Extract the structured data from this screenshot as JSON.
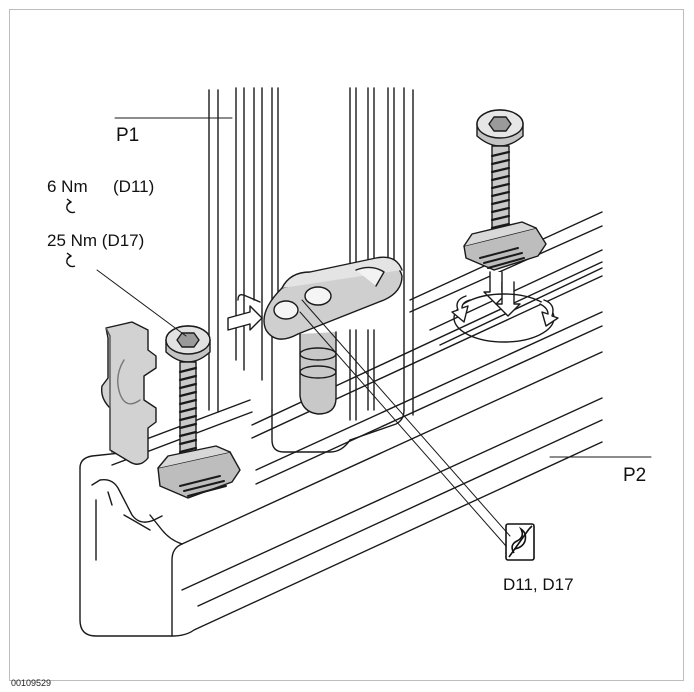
{
  "labels": {
    "p1": "P1",
    "p2": "P2",
    "torque_small": "6 Nm",
    "torque_small_size": "(D11)",
    "torque_large": "25 Nm (D17)",
    "tool_sizes": "D11, D17",
    "figure_id": "00109529"
  },
  "icons": {
    "torque": "rotate-clockwise-arrow-icon",
    "tool": "drill-bit-icon"
  }
}
